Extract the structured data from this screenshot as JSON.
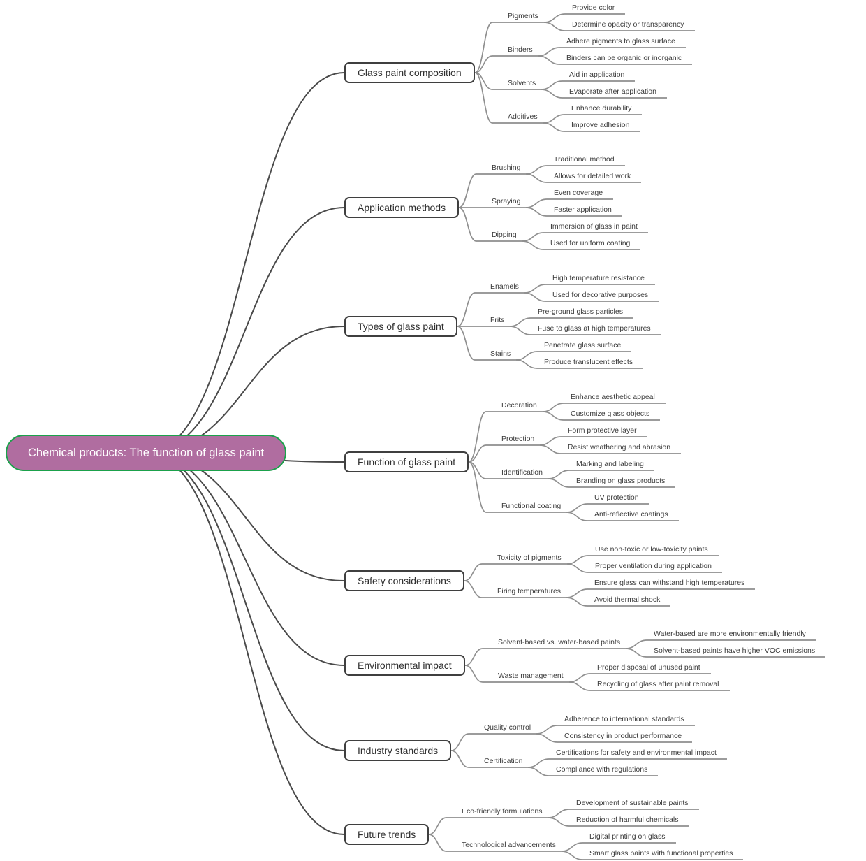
{
  "colors": {
    "root_fill": "#b06da0",
    "root_border": "#1ba14b",
    "root_text": "#ffffff",
    "branch_border": "#3f3f3f",
    "branch_fill": "#ffffff",
    "branch_text": "#2f2f2f",
    "node_text": "#3a3a3a",
    "link": "#8f8f8f",
    "root_link": "#4a4a4a"
  },
  "mindmap": {
    "root": {
      "label": "Chemical products: The function of glass paint"
    },
    "branches": [
      {
        "label": "Glass paint composition",
        "children": [
          {
            "label": "Pigments",
            "leaves": [
              "Provide color",
              "Determine opacity or transparency"
            ]
          },
          {
            "label": "Binders",
            "leaves": [
              "Adhere pigments to glass surface",
              "Binders can be organic or inorganic"
            ]
          },
          {
            "label": "Solvents",
            "leaves": [
              "Aid in application",
              "Evaporate after application"
            ]
          },
          {
            "label": "Additives",
            "leaves": [
              "Enhance durability",
              "Improve adhesion"
            ]
          }
        ]
      },
      {
        "label": "Application methods",
        "children": [
          {
            "label": "Brushing",
            "leaves": [
              "Traditional method",
              "Allows for detailed work"
            ]
          },
          {
            "label": "Spraying",
            "leaves": [
              "Even coverage",
              "Faster application"
            ]
          },
          {
            "label": "Dipping",
            "leaves": [
              "Immersion of glass in paint",
              "Used for uniform coating"
            ]
          }
        ]
      },
      {
        "label": "Types of glass paint",
        "children": [
          {
            "label": "Enamels",
            "leaves": [
              "High temperature resistance",
              "Used for decorative purposes"
            ]
          },
          {
            "label": "Frits",
            "leaves": [
              "Pre-ground glass particles",
              "Fuse to glass at high temperatures"
            ]
          },
          {
            "label": "Stains",
            "leaves": [
              "Penetrate glass surface",
              "Produce translucent effects"
            ]
          }
        ]
      },
      {
        "label": "Function of glass paint",
        "children": [
          {
            "label": "Decoration",
            "leaves": [
              "Enhance aesthetic appeal",
              "Customize glass objects"
            ]
          },
          {
            "label": "Protection",
            "leaves": [
              "Form protective layer",
              "Resist weathering and abrasion"
            ]
          },
          {
            "label": "Identification",
            "leaves": [
              "Marking and labeling",
              "Branding on glass products"
            ]
          },
          {
            "label": "Functional coating",
            "leaves": [
              "UV protection",
              "Anti-reflective coatings"
            ]
          }
        ]
      },
      {
        "label": "Safety considerations",
        "children": [
          {
            "label": "Toxicity of pigments",
            "leaves": [
              "Use non-toxic or low-toxicity paints",
              "Proper ventilation during application"
            ]
          },
          {
            "label": "Firing temperatures",
            "leaves": [
              "Ensure glass can withstand high temperatures",
              "Avoid thermal shock"
            ]
          }
        ]
      },
      {
        "label": "Environmental impact",
        "children": [
          {
            "label": "Solvent-based vs. water-based paints",
            "leaves": [
              "Water-based are more environmentally friendly",
              "Solvent-based paints have higher VOC emissions"
            ]
          },
          {
            "label": "Waste management",
            "leaves": [
              "Proper disposal of unused paint",
              "Recycling of glass after paint removal"
            ]
          }
        ]
      },
      {
        "label": "Industry standards",
        "children": [
          {
            "label": "Quality control",
            "leaves": [
              "Adherence to international standards",
              "Consistency in product performance"
            ]
          },
          {
            "label": "Certification",
            "leaves": [
              "Certifications for safety and environmental impact",
              "Compliance with regulations"
            ]
          }
        ]
      },
      {
        "label": "Future trends",
        "children": [
          {
            "label": "Eco-friendly formulations",
            "leaves": [
              "Development of sustainable paints",
              "Reduction of harmful chemicals"
            ]
          },
          {
            "label": "Technological advancements",
            "leaves": [
              "Digital printing on glass",
              "Smart glass paints with functional properties"
            ]
          }
        ]
      }
    ]
  }
}
